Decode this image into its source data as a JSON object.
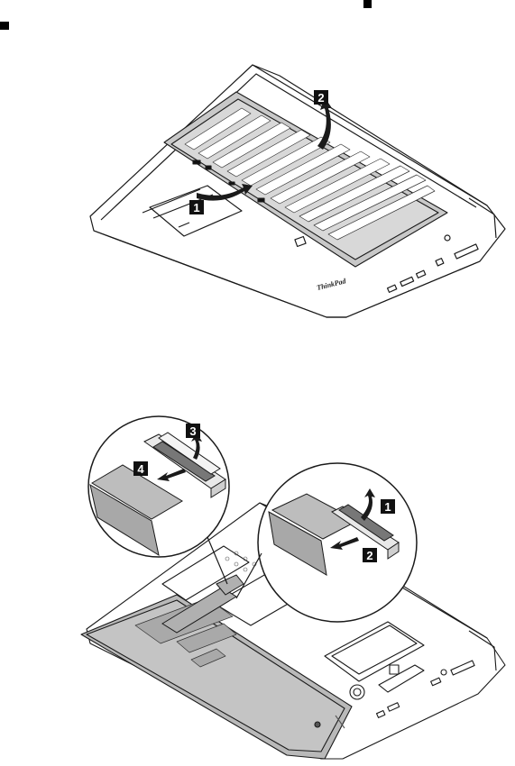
{
  "page": {
    "markers": [
      "top-left-marker",
      "top-right-marker"
    ]
  },
  "figure_top": {
    "brand_text": "ThinkPad",
    "callouts": [
      "1",
      "2"
    ],
    "icons": [
      "laptop-base-icon",
      "keyboard-icon",
      "curved-arrow-icon"
    ]
  },
  "figure_bottom": {
    "callouts": [
      "1",
      "2",
      "3",
      "4"
    ],
    "icons": [
      "laptop-base-icon",
      "keyboard-flipped-icon",
      "ribbon-cable-icon",
      "connector-latch-icon",
      "arrow-icon",
      "magnifier-circle-icon"
    ]
  },
  "colors": {
    "line": "#1a1a1a",
    "keyboard_gray": "#c8c8c8",
    "keyboard_back": "#b9b9b9",
    "callout_bg": "#111111",
    "callout_text": "#ffffff"
  }
}
